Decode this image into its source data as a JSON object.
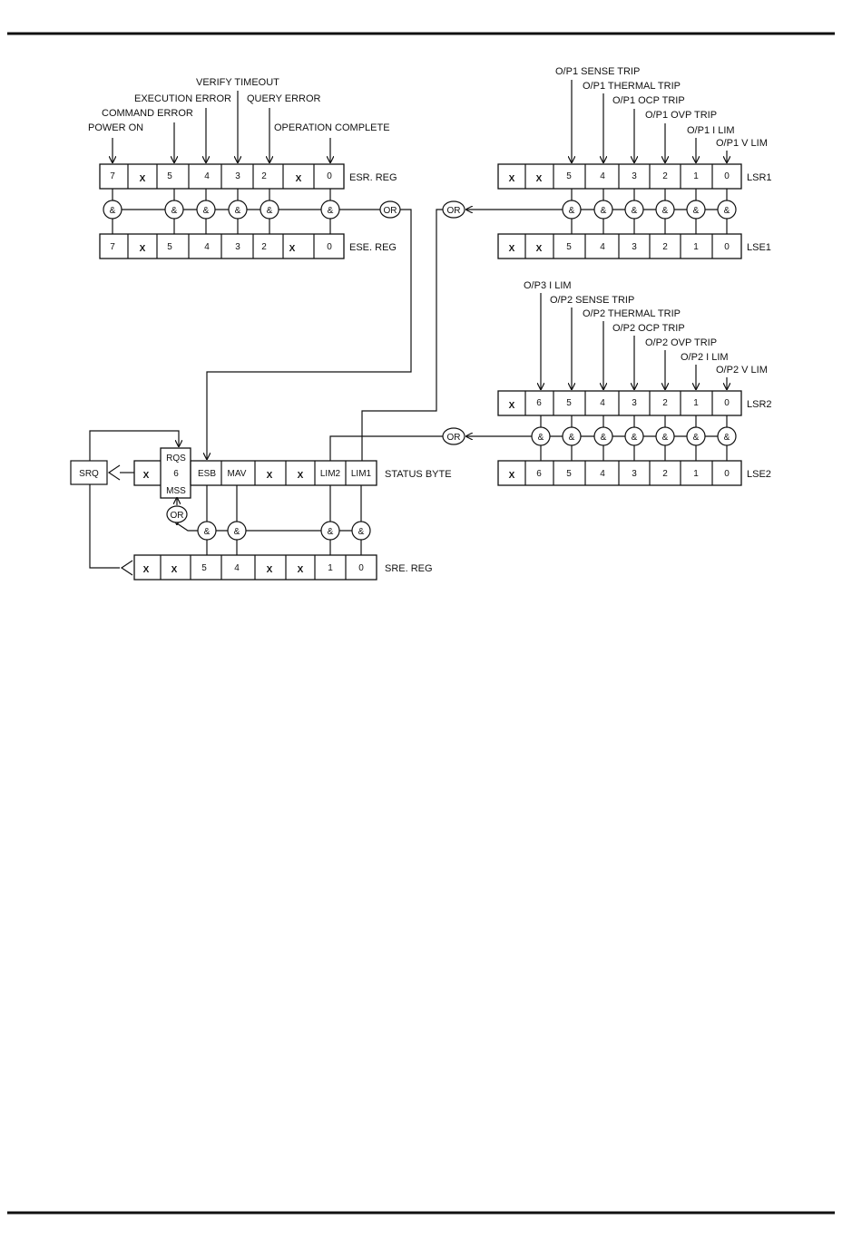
{
  "colors": {
    "ink": "#111111",
    "background": "#ffffff"
  },
  "esr": {
    "name": "ESR. REG",
    "cells": [
      "7",
      "X",
      "5",
      "4",
      "3",
      "2",
      "X",
      "0"
    ],
    "inputs": [
      "POWER ON",
      "COMMAND ERROR",
      "EXECUTION ERROR",
      "VERIFY TIMEOUT",
      "QUERY ERROR",
      "OPERATION COMPLETE"
    ]
  },
  "ese": {
    "name": "ESE. REG",
    "cells": [
      "7",
      "X",
      "5",
      "4",
      "3",
      "2",
      "X",
      "0"
    ]
  },
  "lsr1": {
    "name": "LSR1",
    "cells": [
      "X",
      "X",
      "5",
      "4",
      "3",
      "2",
      "1",
      "0"
    ],
    "inputs": [
      "O/P1 SENSE TRIP",
      "O/P1 THERMAL TRIP",
      "O/P1 OCP TRIP",
      "O/P1 OVP TRIP",
      "O/P1 I LIM",
      "O/P1 V LIM"
    ]
  },
  "lse1": {
    "name": "LSE1",
    "cells": [
      "X",
      "X",
      "5",
      "4",
      "3",
      "2",
      "1",
      "0"
    ]
  },
  "lsr2": {
    "name": "LSR2",
    "cells": [
      "X",
      "6",
      "5",
      "4",
      "3",
      "2",
      "1",
      "0"
    ],
    "inputs": [
      "O/P3 I LIM",
      "O/P2 SENSE TRIP",
      "O/P2 THERMAL TRIP",
      "O/P2 OCP TRIP",
      "O/P2 OVP TRIP",
      "O/P2 I LIM",
      "O/P2 V LIM"
    ]
  },
  "lse2": {
    "name": "LSE2",
    "cells": [
      "X",
      "6",
      "5",
      "4",
      "3",
      "2",
      "1",
      "0"
    ]
  },
  "status_byte": {
    "name": "STATUS BYTE",
    "cells": [
      "X",
      "6",
      "ESB",
      "MAV",
      "X",
      "X",
      "LIM2",
      "LIM1"
    ],
    "rqs": "RQS",
    "mss": "MSS"
  },
  "sre": {
    "name": "SRE. REG",
    "cells": [
      "X",
      "X",
      "5",
      "4",
      "X",
      "X",
      "1",
      "0"
    ]
  },
  "srq": "SRQ",
  "gates": {
    "and": "&",
    "or": "OR"
  }
}
